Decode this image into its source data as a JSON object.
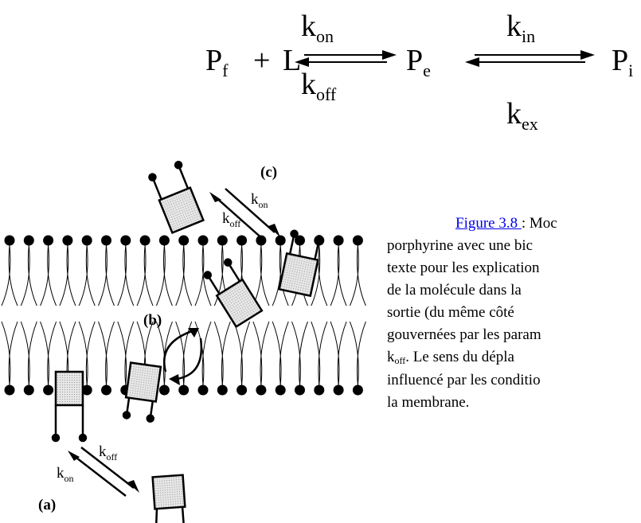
{
  "equation": {
    "pf": "P",
    "pf_sub": "f",
    "plus": "+",
    "l": "L",
    "kon": "k",
    "kon_sub": "on",
    "koff": "k",
    "koff_sub": "off",
    "pe": "P",
    "pe_sub": "e",
    "kin": "k",
    "kin_sub": "in",
    "kex": "k",
    "kex_sub": "ex",
    "pi": "P",
    "pi_sub": "i"
  },
  "figure": {
    "label_a": "(a)",
    "label_b": "(b)",
    "label_c": "(c)",
    "k_sym": "k",
    "on_sub": "on",
    "off_sub": "off"
  },
  "caption": {
    "ref": "Figure 3.8 ",
    "line1_rest": ": Moc",
    "line2": "porphyrine avec une bic",
    "line3": "texte pour les explication",
    "line4": "de la molécule dans la",
    "line5": "sortie (du même côté",
    "line6": "gouvernées par les param",
    "line7_k": "k",
    "line7_sub": "off",
    "line7_rest": ". Le sens du dépla",
    "line8": "influencé par les conditio",
    "line9": "la membrane."
  }
}
